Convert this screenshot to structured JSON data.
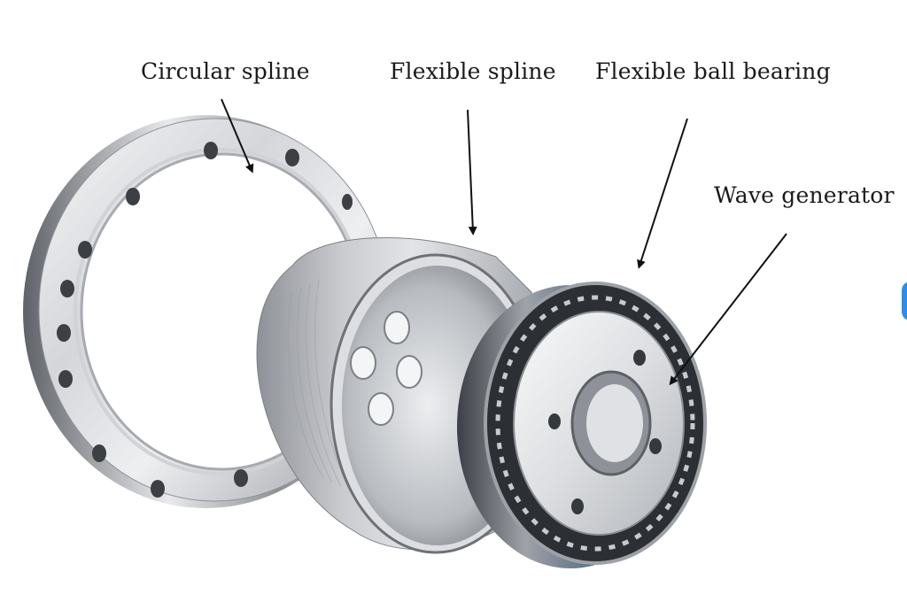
{
  "labels": {
    "circular_spline": "Circular spline",
    "flexible_spline": "Flexible spline",
    "flexible_ball_bearing": "Flexible ball bearing",
    "wave_generator": "Wave generator"
  },
  "colors": {
    "background": "#ffffff",
    "label_text": "#1a1a1a",
    "arrow": "#111111",
    "metal_light": "#f2f2f4",
    "metal_mid": "#b9bcc2",
    "metal_dark": "#6d7077",
    "edge_accent": "#2f8de4"
  },
  "icons": [
    "arrow-icon"
  ]
}
